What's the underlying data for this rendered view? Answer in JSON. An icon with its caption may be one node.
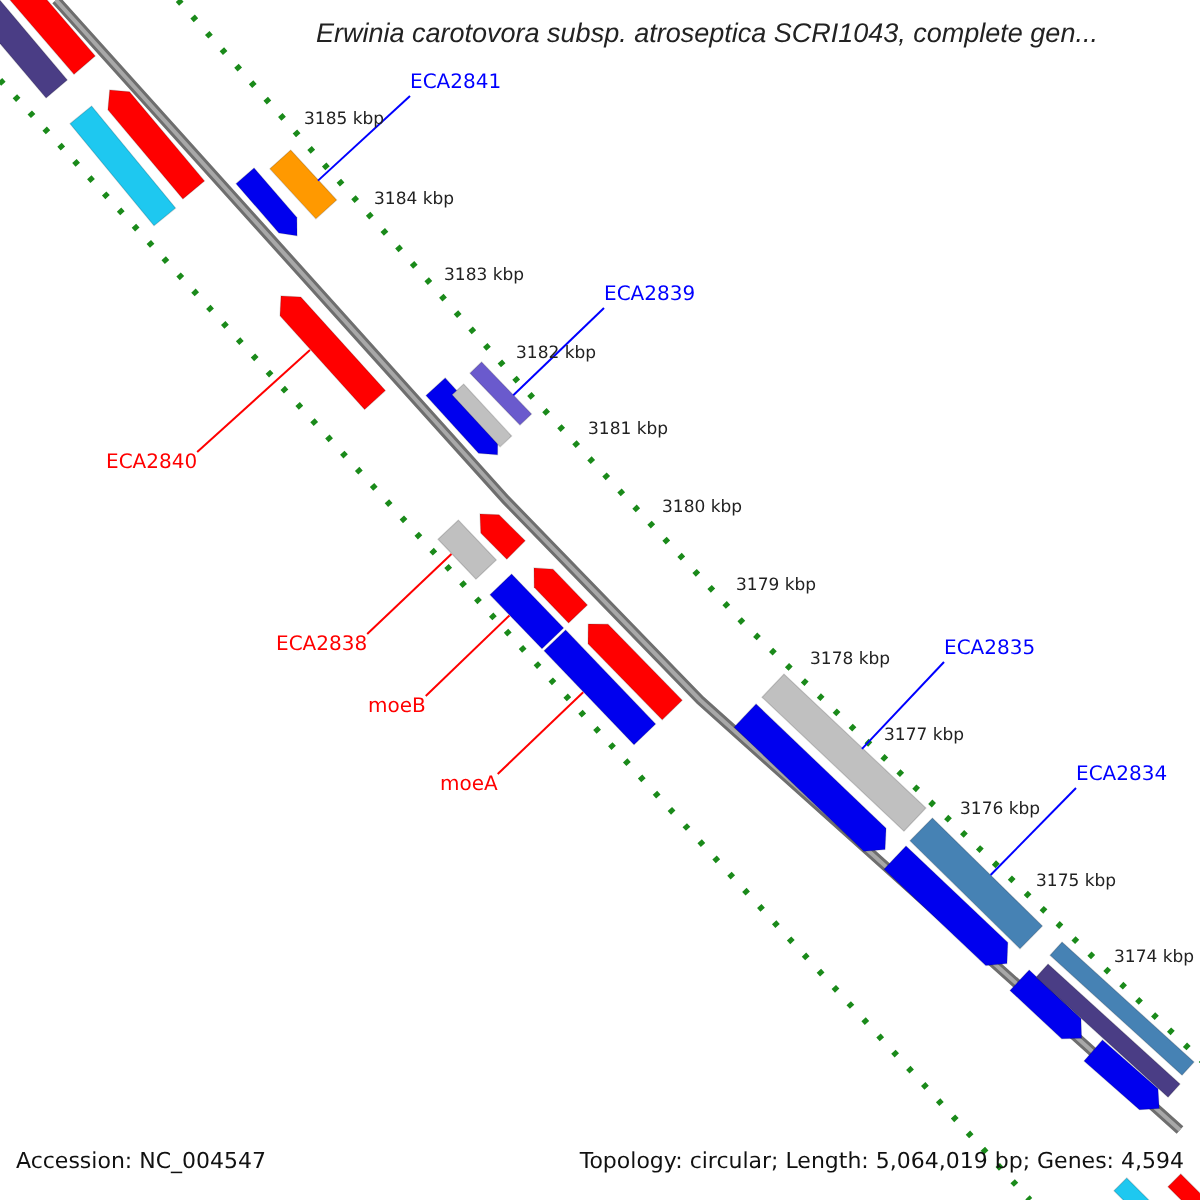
{
  "diagram": {
    "title": "Erwinia carotovora subsp. atroseptica SCRI1043, complete gen...",
    "nodes": [
      {
        "text": [
          "ECA2841"
        ]
      },
      {
        "text": [
          "ECA2839"
        ]
      },
      {
        "text": [
          "ECA2840"
        ]
      },
      {
        "text": [
          "ECA2838"
        ]
      },
      {
        "text": [
          "moeB"
        ]
      },
      {
        "text": [
          "moeA"
        ]
      },
      {
        "text": [
          "ECA2835"
        ]
      },
      {
        "text": [
          "ECA2834"
        ]
      },
      {
        "text": [],
        "shape": "bar"
      },
      {
        "text": [],
        "shape": "bar"
      },
      {
        "text": [],
        "shape": "bar"
      },
      {
        "text": [],
        "shape": "bar"
      },
      {
        "text": [],
        "shape": "bar"
      },
      {
        "text": [],
        "shape": "bar"
      },
      {
        "text": [],
        "shape": "bar"
      },
      {
        "text": [],
        "shape": "bar"
      },
      {
        "text": [],
        "shape": "bar"
      },
      {
        "text": [],
        "shape": "bar"
      },
      {
        "text": [],
        "shape": "bar"
      },
      {
        "text": [],
        "shape": "bar"
      },
      {
        "text": [],
        "shape": "bar"
      },
      {
        "text": [],
        "shape": "bar"
      },
      {
        "text": [],
        "shape": "bar"
      },
      {
        "text": [],
        "shape": "bar"
      },
      {
        "text": [],
        "shape": "bar"
      },
      {
        "text": [],
        "shape": "bar"
      },
      {
        "text": [],
        "shape": "bar"
      },
      {
        "text": [],
        "shape": "bar"
      },
      {
        "text": [],
        "shape": "bar"
      },
      {
        "text": [],
        "shape": "bar"
      },
      {
        "text": [],
        "shape": "bar"
      },
      {
        "text": [],
        "shape": "bar"
      },
      {
        "text": [],
        "shape": "bar"
      },
      {
        "text": [],
        "shape": "bar"
      }
    ],
    "edges": [
      {
        "from": 0,
        "to": 8,
        "arrow": "none",
        "color": "#0000ff"
      },
      {
        "from": 1,
        "to": 9,
        "arrow": "none",
        "color": "#0000ff"
      },
      {
        "from": 2,
        "to": 10,
        "arrow": "none",
        "color": "#ff0000"
      },
      {
        "from": 3,
        "to": 11,
        "arrow": "none",
        "color": "#ff0000"
      },
      {
        "from": 4,
        "to": 12,
        "arrow": "none",
        "color": "#ff0000"
      },
      {
        "from": 5,
        "to": 13,
        "arrow": "none",
        "color": "#ff0000"
      },
      {
        "from": 6,
        "to": 14,
        "arrow": "none",
        "color": "#0000ff"
      },
      {
        "from": 7,
        "to": 15,
        "arrow": "none",
        "color": "#0000ff"
      }
    ],
    "labels": [
      "3185 kbp",
      "3184 kbp",
      "3183 kbp",
      "3182 kbp",
      "3181 kbp",
      "3180 kbp",
      "3179 kbp",
      "3178 kbp",
      "3177 kbp",
      "3176 kbp",
      "3175 kbp",
      "3174 kbp",
      "Accession: NC_004547",
      "Topology: circular; Length: 5,064,019 bp; Genes: 4,594"
    ]
  }
}
